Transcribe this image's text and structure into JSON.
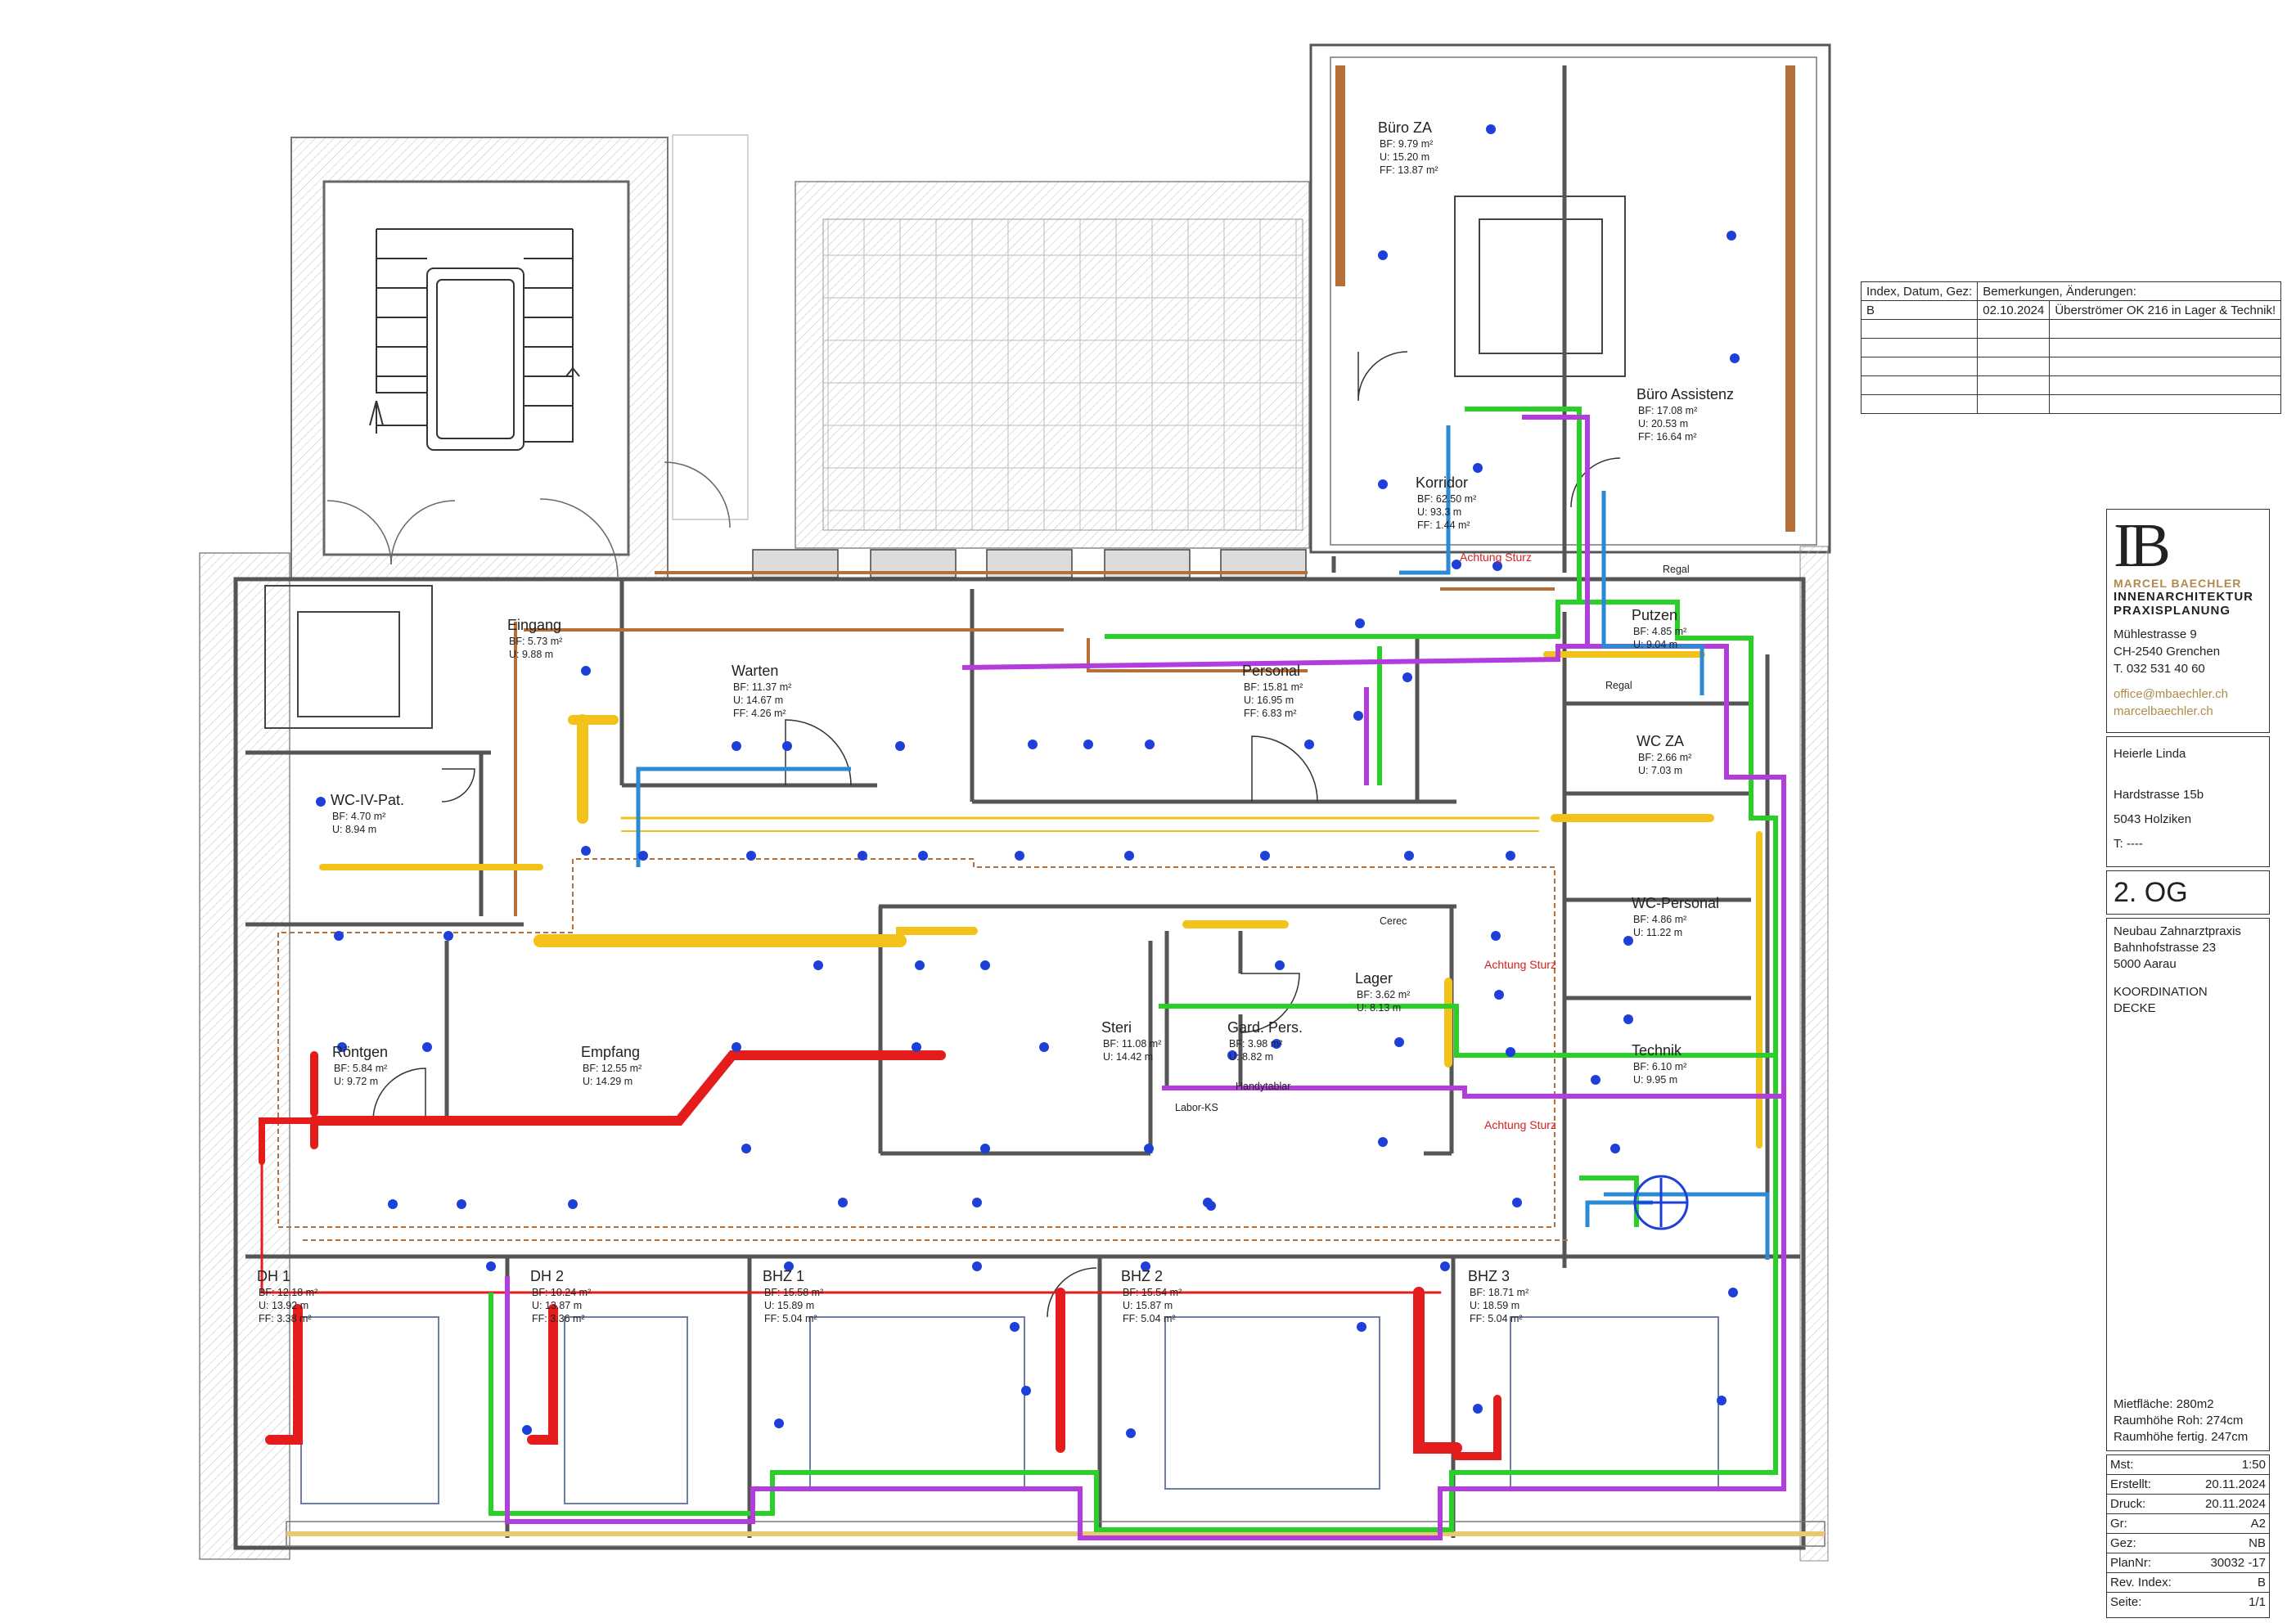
{
  "floor": "2. OG",
  "revision_table": {
    "headers": [
      "Index, Datum, Gez:",
      "Bemerkungen, Änderungen:"
    ],
    "rows": [
      {
        "index": "B",
        "date": "02.10.2024",
        "remark": "Überströmer OK 216 in Lager & Technik!"
      },
      {
        "index": "",
        "date": "",
        "remark": ""
      },
      {
        "index": "",
        "date": "",
        "remark": ""
      },
      {
        "index": "",
        "date": "",
        "remark": ""
      },
      {
        "index": "",
        "date": "",
        "remark": ""
      },
      {
        "index": "",
        "date": "",
        "remark": ""
      }
    ]
  },
  "firm": {
    "logo_letters": "IB",
    "name": "MARCEL BAECHLER",
    "line1": "INNENARCHITEKTUR",
    "line2": "PRAXISPLANUNG",
    "street": "Mühlestrasse 9",
    "city": "CH-2540 Grenchen",
    "phone": "T. 032 531 40 60",
    "email": "office@mbaechler.ch",
    "web": "marcelbaechler.ch"
  },
  "client": {
    "name": "Heierle Linda",
    "street": "Hardstrasse 15b",
    "city": "5043 Holziken",
    "phone": "T: ----"
  },
  "project": {
    "line1": "Neubau Zahnarztpraxis",
    "line2": "Bahnhofstrasse 23",
    "line3": "5000 Aarau",
    "type1": "KOORDINATION",
    "type2": "DECKE"
  },
  "areas": {
    "flaeche": "Mietfläche: 280m2",
    "roh": "Raumhöhe Roh: 274cm",
    "fertig": "Raumhöhe fertig. 247cm"
  },
  "meta": [
    {
      "label": "Mst:",
      "value": "1:50"
    },
    {
      "label": "Erstellt:",
      "value": "20.11.2024"
    },
    {
      "label": "Druck:",
      "value": "20.11.2024"
    },
    {
      "label": "Gr:",
      "value": "A2"
    },
    {
      "label": "Gez:",
      "value": "NB"
    },
    {
      "label": "PlanNr:",
      "value": "30032 -17"
    },
    {
      "label": "Rev. Index:",
      "value": "B"
    },
    {
      "label": "Seite:",
      "value": "1/1"
    }
  ],
  "rooms": [
    {
      "name": "Büro ZA",
      "l1": "BF: 9.79 m²",
      "l2": "U: 15.20 m",
      "l3": "FF: 13.87 m²"
    },
    {
      "name": "Büro Assistenz",
      "l1": "BF: 17.08 m²",
      "l2": "U: 20.53 m",
      "l3": "FF: 16.64 m²"
    },
    {
      "name": "Korridor",
      "l1": "BF: 62.50 m²",
      "l2": "U: 93.3 m",
      "l3": "FF: 1.44 m²"
    },
    {
      "name": "Eingang",
      "l1": "BF: 5.73 m²",
      "l2": "U: 9.88 m",
      "l3": ""
    },
    {
      "name": "Warten",
      "l1": "BF: 11.37 m²",
      "l2": "U: 14.67 m",
      "l3": "FF: 4.26 m²"
    },
    {
      "name": "Personal",
      "l1": "BF: 15.81 m²",
      "l2": "U: 16.95 m",
      "l3": "FF: 6.83 m²"
    },
    {
      "name": "Putzen",
      "l1": "BF: 4.85 m²",
      "l2": "U: 9.04 m",
      "l3": ""
    },
    {
      "name": "WC ZA",
      "l1": "BF: 2.66 m²",
      "l2": "U: 7.03 m",
      "l3": ""
    },
    {
      "name": "WC-IV-Pat.",
      "l1": "BF: 4.70 m²",
      "l2": "U: 8.94 m",
      "l3": ""
    },
    {
      "name": "WC-Personal",
      "l1": "BF: 4.86 m²",
      "l2": "U: 11.22 m",
      "l3": ""
    },
    {
      "name": "Lager",
      "l1": "BF: 3.62 m²",
      "l2": "U: 8.13 m",
      "l3": ""
    },
    {
      "name": "Röntgen",
      "l1": "BF: 5.84 m²",
      "l2": "U: 9.72 m",
      "l3": ""
    },
    {
      "name": "Empfang",
      "l1": "BF: 12.55 m²",
      "l2": "U: 14.29 m",
      "l3": ""
    },
    {
      "name": "Steri",
      "l1": "BF: 11.08 m²",
      "l2": "U: 14.42 m",
      "l3": ""
    },
    {
      "name": "Gard. Pers.",
      "l1": "BF: 3.98 m²",
      "l2": "U: 8.82 m",
      "l3": ""
    },
    {
      "name": "Technik",
      "l1": "BF: 6.10 m²",
      "l2": "U: 9.95 m",
      "l3": ""
    },
    {
      "name": "DH 1",
      "l1": "BF: 12.18 m²",
      "l2": "U: 13.92 m",
      "l3": "FF: 3.38 m²"
    },
    {
      "name": "DH 2",
      "l1": "BF: 10.24 m²",
      "l2": "U: 13.87 m",
      "l3": "FF: 3.36 m²"
    },
    {
      "name": "BHZ 1",
      "l1": "BF: 15.58 m²",
      "l2": "U: 15.89 m",
      "l3": "FF: 5.04 m²"
    },
    {
      "name": "BHZ 2",
      "l1": "BF: 15.54 m²",
      "l2": "U: 15.87 m",
      "l3": "FF: 5.04 m²"
    },
    {
      "name": "BHZ 3",
      "l1": "BF: 18.71 m²",
      "l2": "U: 18.59 m",
      "l3": "FF: 5.04 m²"
    }
  ],
  "labels": {
    "regal_top": "Regal",
    "regal_putzen": "Regal",
    "cerec": "Cerec",
    "handytablar": "Handytablar",
    "labor_ks": "Labor-KS",
    "achtung_sturz": "Achtung Sturz"
  },
  "colors": {
    "wall": "#555555",
    "heating_supply": "#e51c1c",
    "water_yellow": "#f2c21a",
    "ventilation_green": "#28d028",
    "ventilation_purple": "#b43cdc",
    "water_blue": "#2a8ad6",
    "duct_brown": "#b5703a",
    "lamp_dot": "#1f3fd9",
    "accent_gold": "#b08a4a"
  }
}
